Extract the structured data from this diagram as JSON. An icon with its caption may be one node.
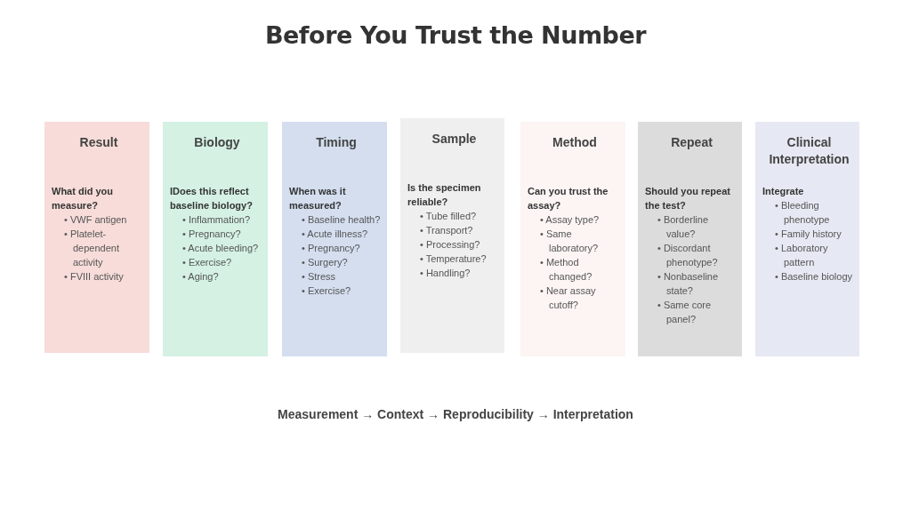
{
  "diagram": {
    "title": "Before You Trust the Number",
    "nodes": [
      {
        "text": [
          "Result",
          "What did you measure?",
          "• VWF antigen",
          "• Platelet-dependent activity",
          "• FVIII activity"
        ]
      },
      {
        "text": [
          "Biology",
          "IDoes this reflect baseline biology?",
          "• Inflammation?",
          "• Pregnancy?",
          "• Acute bleeding?",
          "• Exercise?",
          "• Aging?"
        ]
      },
      {
        "text": [
          "Timing",
          "When was it measured?",
          "• Baseline health?",
          "• Acute illness?",
          "• Pregnancy?",
          "• Surgery?",
          "• Stress",
          "• Exercise?"
        ]
      },
      {
        "text": [
          "Sample",
          "Is the specimen reliable?",
          "• Tube filled?",
          "• Transport?",
          "• Processing?",
          "• Temperature?",
          "• Handling?"
        ]
      },
      {
        "text": [
          "Method",
          "Can you trust the assay?",
          "• Assay type?",
          "• Same laboratory?",
          "• Method changed?",
          "• Near assay cutoff?"
        ]
      },
      {
        "text": [
          "Repeat",
          "Should you repeat the test?",
          "• Borderline value?",
          "• Discordant phenotype?",
          "• Nonbaseline state?",
          "• Same core panel?"
        ]
      },
      {
        "text": [
          "Clinical Interpretation",
          "Integrate",
          "• Bleeding phenotype",
          "• Family history",
          "• Laboratory pattern",
          "• Baseline biology"
        ]
      }
    ],
    "labels": [
      "Measurement → Context → Reproducibility → Interpretation"
    ]
  }
}
